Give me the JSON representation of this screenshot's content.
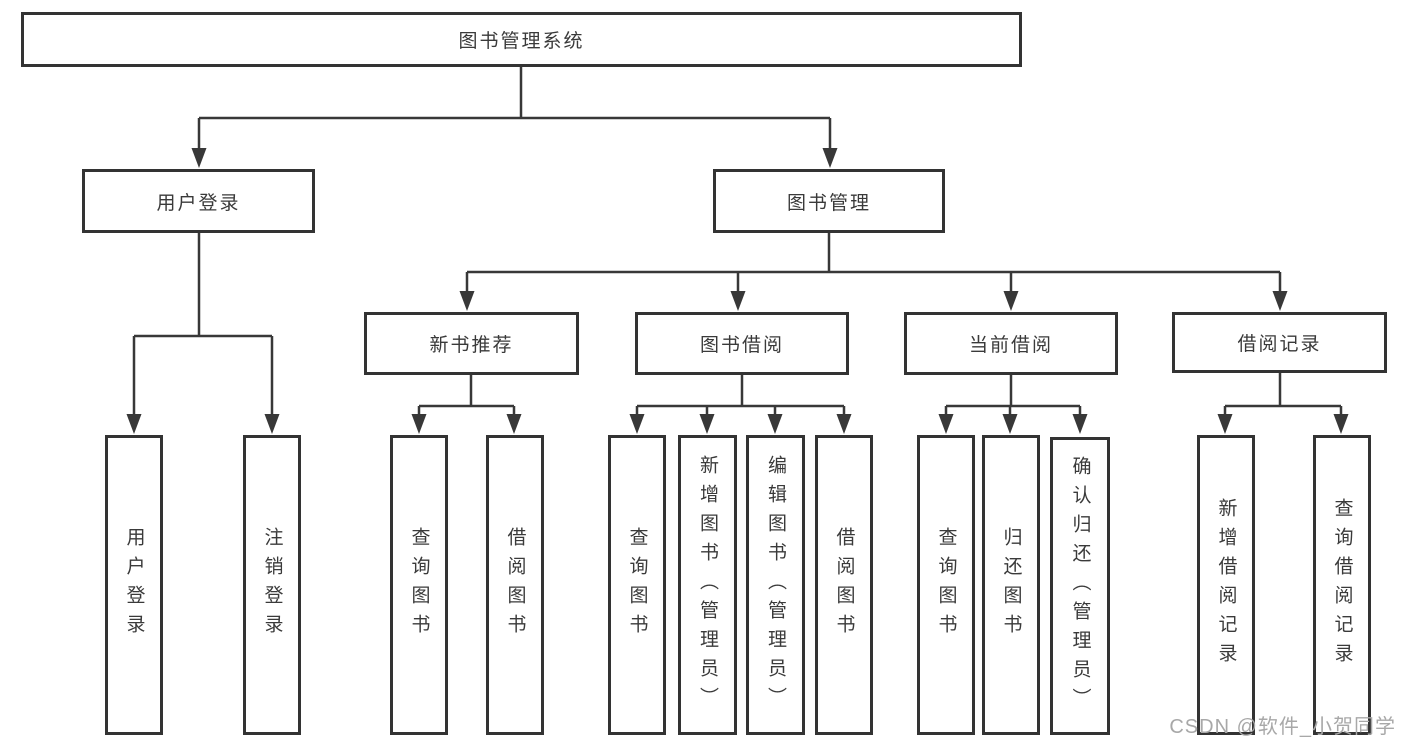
{
  "diagram": {
    "type": "hierarchy-tree",
    "hierarchy": {
      "图书管理系统": {
        "用户登录": [
          "用户登录",
          "注销登录"
        ],
        "图书管理": {
          "新书推荐": [
            "查询图书",
            "借阅图书"
          ],
          "图书借阅": [
            "查询图书",
            "新增图书（管理员）",
            "编辑图书（管理员）",
            "借阅图书"
          ],
          "当前借阅": [
            "查询图书",
            "归还图书",
            "确认归还（管理员）"
          ],
          "借阅记录": [
            "新增借阅记录",
            "查询借阅记录"
          ]
        }
      }
    }
  },
  "nodes": {
    "root": {
      "label": "图书管理系统"
    },
    "user_login": {
      "label": "用户登录"
    },
    "book_mgmt": {
      "label": "图书管理"
    },
    "new_book_rec": {
      "label": "新书推荐"
    },
    "book_borrow": {
      "label": "图书借阅"
    },
    "current_borrow": {
      "label": "当前借阅"
    },
    "borrow_record": {
      "label": "借阅记录"
    },
    "leaf_user_login": {
      "label": "用户登录"
    },
    "leaf_logout": {
      "label": "注销登录"
    },
    "leaf_nbr_query": {
      "label": "查询图书"
    },
    "leaf_nbr_borrow": {
      "label": "借阅图书"
    },
    "leaf_bb_query": {
      "label": "查询图书"
    },
    "leaf_bb_add": {
      "label": "新增图书（管理员）"
    },
    "leaf_bb_edit": {
      "label": "编辑图书（管理员）"
    },
    "leaf_bb_borrow": {
      "label": "借阅图书"
    },
    "leaf_cb_query": {
      "label": "查询图书"
    },
    "leaf_cb_return": {
      "label": "归还图书"
    },
    "leaf_cb_confirm": {
      "label": "确认归还（管理员）"
    },
    "leaf_br_add": {
      "label": "新增借阅记录"
    },
    "leaf_br_query": {
      "label": "查询借阅记录"
    }
  },
  "watermark": {
    "text": "CSDN @软件_小贺同学"
  },
  "colors": {
    "line": "#383838",
    "box_border": "#333333",
    "text": "#3a3a3a",
    "watermark": "#a8a8a8",
    "background": "#ffffff"
  }
}
